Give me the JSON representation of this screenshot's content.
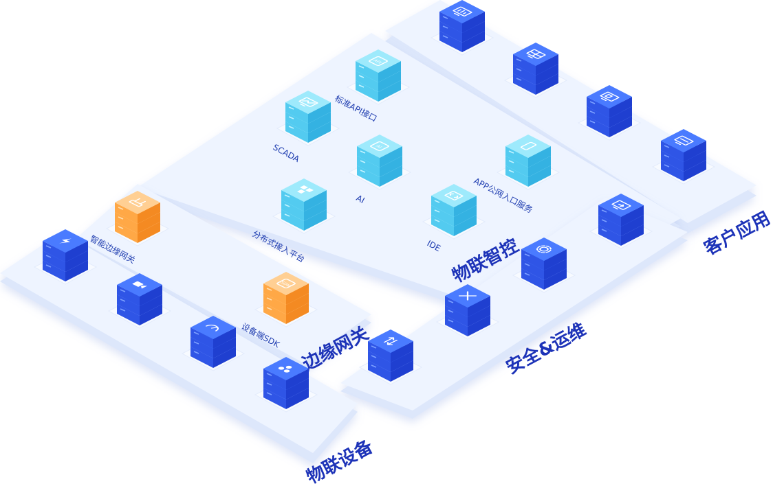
{
  "platforms": [
    {
      "id": "client",
      "label": "客户应用"
    },
    {
      "id": "iot",
      "label": "物联智控"
    },
    {
      "id": "edge",
      "label": "边缘网关"
    },
    {
      "id": "secops",
      "label": "安全&运维"
    },
    {
      "id": "devices",
      "label": "物联设备"
    }
  ],
  "nodes": [
    {
      "id": "client-1",
      "label": "",
      "theme": "blue",
      "icon": "dashboard-screen-icon"
    },
    {
      "id": "client-2",
      "label": "",
      "theme": "blue",
      "icon": "grid-monitor-icon"
    },
    {
      "id": "client-3",
      "label": "",
      "theme": "blue",
      "icon": "devices-screen-icon"
    },
    {
      "id": "client-4",
      "label": "",
      "theme": "blue",
      "icon": "desktop-monitor-icon"
    },
    {
      "id": "api",
      "label": "标准API接口",
      "theme": "cyan",
      "icon": "api-icon",
      "icon_text": "API"
    },
    {
      "id": "scada",
      "label": "SCADA",
      "theme": "cyan",
      "icon": "scada-screen-icon"
    },
    {
      "id": "ai",
      "label": "AI",
      "theme": "cyan",
      "icon": "ai-chip-icon",
      "icon_text": "AI"
    },
    {
      "id": "app",
      "label": "APP公网入口服务",
      "theme": "cyan",
      "icon": "mobile-phone-icon"
    },
    {
      "id": "dist",
      "label": "分布式接入平台",
      "theme": "cyan",
      "icon": "distributed-network-icon"
    },
    {
      "id": "ide",
      "label": "IDE",
      "theme": "cyan",
      "icon": "ide-code-icon"
    },
    {
      "id": "gateway",
      "label": "智能边缘网关",
      "theme": "orange",
      "icon": "router-icon"
    },
    {
      "id": "sdk",
      "label": "设备端SDK",
      "theme": "orange",
      "icon": "sdk-chip-icon",
      "icon_text": "SDK"
    },
    {
      "id": "sec-1",
      "label": "",
      "theme": "blue",
      "icon": "transfer-arrows-icon"
    },
    {
      "id": "sec-2",
      "label": "",
      "theme": "blue",
      "icon": "tools-icon"
    },
    {
      "id": "sec-3",
      "label": "",
      "theme": "blue",
      "icon": "gear-settings-icon"
    },
    {
      "id": "sec-4",
      "label": "",
      "theme": "blue",
      "icon": "login-screen-icon"
    },
    {
      "id": "dev-1",
      "label": "",
      "theme": "blue",
      "icon": "lightning-icon"
    },
    {
      "id": "dev-2",
      "label": "",
      "theme": "blue",
      "icon": "video-camera-icon"
    },
    {
      "id": "dev-3",
      "label": "",
      "theme": "blue",
      "icon": "gauge-meter-icon"
    },
    {
      "id": "dev-4",
      "label": "",
      "theme": "blue",
      "icon": "molecule-icon"
    }
  ],
  "colors": {
    "platform_top": "#eef4ff",
    "platform_side": "#dde7fb",
    "blue": {
      "top": "#4a7bff",
      "left": "#2f55e6",
      "right": "#1f3fd0",
      "line": "#7da0ff"
    },
    "cyan": {
      "top": "#9eeafc",
      "left": "#53cbf0",
      "right": "#34b2e2",
      "line": "#c5f4ff"
    },
    "orange": {
      "top": "#ffcf93",
      "left": "#ffa846",
      "right": "#f48a22",
      "line": "#ffe0b3"
    },
    "label": "#1d33b8"
  }
}
